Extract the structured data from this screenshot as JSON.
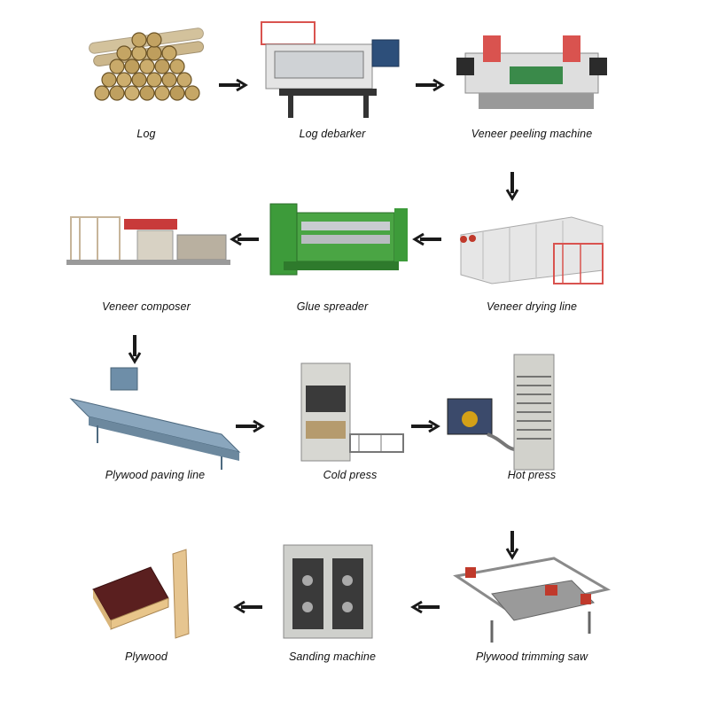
{
  "colors": {
    "arrow": "#1a1a1a",
    "background": "#ffffff"
  },
  "steps": [
    {
      "id": "log",
      "label": "Log",
      "icon": "log-pile-icon"
    },
    {
      "id": "debarker",
      "label": "Log debarker",
      "icon": "log-debarker-machine-icon"
    },
    {
      "id": "peeling",
      "label": "Veneer peeling machine",
      "icon": "veneer-peeling-machine-icon"
    },
    {
      "id": "drying",
      "label": "Veneer drying line",
      "icon": "veneer-drying-line-icon"
    },
    {
      "id": "glue",
      "label": "Glue spreader",
      "icon": "glue-spreader-icon"
    },
    {
      "id": "composer",
      "label": "Veneer composer",
      "icon": "veneer-composer-icon"
    },
    {
      "id": "paving",
      "label": "Plywood paving line",
      "icon": "plywood-paving-line-icon"
    },
    {
      "id": "coldpress",
      "label": "Cold press",
      "icon": "cold-press-icon"
    },
    {
      "id": "hotpress",
      "label": "Hot press",
      "icon": "hot-press-icon"
    },
    {
      "id": "trimming",
      "label": "Plywood trimming saw",
      "icon": "plywood-trimming-saw-icon"
    },
    {
      "id": "sanding",
      "label": "Sanding machine",
      "icon": "sanding-machine-icon"
    },
    {
      "id": "plywood",
      "label": "Plywood",
      "icon": "plywood-boards-icon"
    }
  ],
  "flow": [
    [
      "log",
      "debarker"
    ],
    [
      "debarker",
      "peeling"
    ],
    [
      "peeling",
      "drying"
    ],
    [
      "drying",
      "glue"
    ],
    [
      "glue",
      "composer"
    ],
    [
      "composer",
      "paving"
    ],
    [
      "paving",
      "coldpress"
    ],
    [
      "coldpress",
      "hotpress"
    ],
    [
      "hotpress",
      "trimming"
    ],
    [
      "trimming",
      "sanding"
    ],
    [
      "sanding",
      "plywood"
    ]
  ]
}
